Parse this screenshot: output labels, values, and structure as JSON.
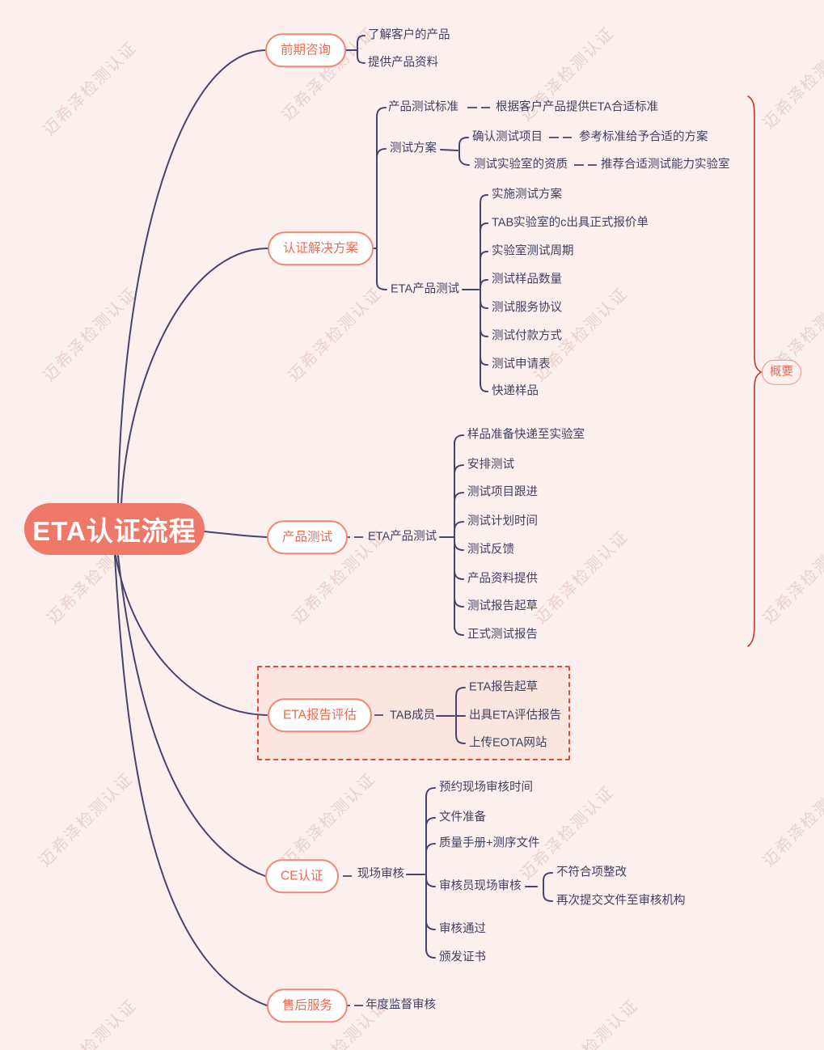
{
  "root": {
    "label": "ETA认证流程"
  },
  "summary": {
    "label": "概要"
  },
  "watermark": {
    "text": "迈希泽检测认证"
  },
  "colors": {
    "background": "#FCF0EE",
    "root_fill": "#EF7968",
    "topic_border": "#F1886F",
    "topic_text": "#EE6A52",
    "line": "#45456B",
    "subtopic_text": "#3F3F60",
    "highlight_box_border": "#E04B38",
    "highlight_box_fill": "#FAE5E1",
    "summary_bracket": "#C3362E"
  },
  "branches": [
    {
      "label": "前期咨询",
      "children": [
        {
          "label": "了解客户的产品"
        },
        {
          "label": "提供产品资料"
        }
      ]
    },
    {
      "label": "认证解决方案",
      "children": [
        {
          "label": "产品测试标准",
          "children": [
            {
              "label": "根据客户产品提供ETA合适标准"
            }
          ]
        },
        {
          "label": "测试方案",
          "children": [
            {
              "label": "确认测试项目",
              "children": [
                {
                  "label": "参考标准给予合适的方案"
                }
              ]
            },
            {
              "label": "测试实验室的资质",
              "children": [
                {
                  "label": "推荐合适测试能力实验室"
                }
              ]
            }
          ]
        },
        {
          "label": "ETA产品测试",
          "children": [
            {
              "label": "实施测试方案"
            },
            {
              "label": "TAB实验室的c出具正式报价单"
            },
            {
              "label": "实验室测试周期"
            },
            {
              "label": "测试样品数量"
            },
            {
              "label": "测试服务协议"
            },
            {
              "label": "测试付款方式"
            },
            {
              "label": "测试申请表"
            },
            {
              "label": "快递样品"
            }
          ]
        }
      ]
    },
    {
      "label": "产品测试",
      "children": [
        {
          "label": "ETA产品测试",
          "children": [
            {
              "label": "样品准备快递至实验室"
            },
            {
              "label": "安排测试"
            },
            {
              "label": "测试项目跟进"
            },
            {
              "label": "测试计划时间"
            },
            {
              "label": "测试反馈"
            },
            {
              "label": "产品资料提供"
            },
            {
              "label": "测试报告起草"
            },
            {
              "label": "正式测试报告"
            }
          ]
        }
      ]
    },
    {
      "label": "ETA报告评估",
      "highlighted": true,
      "children": [
        {
          "label": "TAB成员",
          "children": [
            {
              "label": "ETA报告起草"
            },
            {
              "label": "出具ETA评估报告"
            },
            {
              "label": "上传EOTA网站"
            }
          ]
        }
      ]
    },
    {
      "label": "CE认证",
      "children": [
        {
          "label": "现场审核",
          "children": [
            {
              "label": "预约现场审核时间"
            },
            {
              "label": "文件准备"
            },
            {
              "label": "质量手册+测序文件"
            },
            {
              "label": "审核员现场审核",
              "children": [
                {
                  "label": "不符合项整改"
                },
                {
                  "label": "再次提交文件至审核机构"
                }
              ]
            },
            {
              "label": "审核通过"
            },
            {
              "label": "颁发证书"
            }
          ]
        }
      ]
    },
    {
      "label": "售后服务",
      "children": [
        {
          "label": "年度监督审核"
        }
      ]
    }
  ]
}
